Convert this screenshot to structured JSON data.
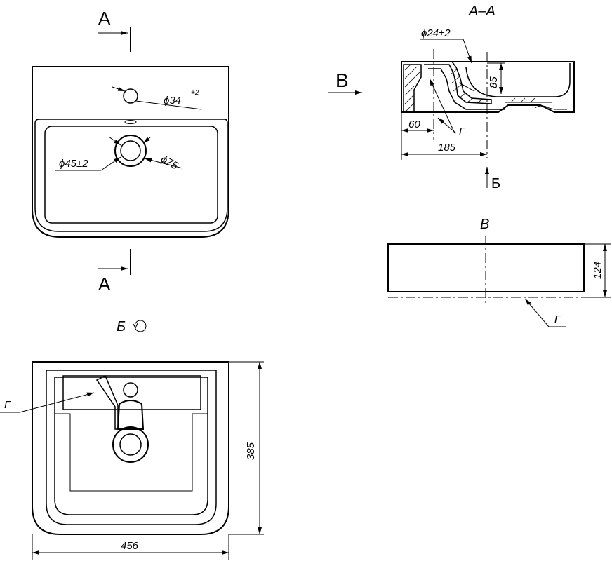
{
  "section_labels": {
    "cut_top": "А",
    "cut_bottom": "А",
    "section_title": "А–А",
    "view_v_arrow": "В",
    "view_v_title": "В",
    "view_b_arrow": "Б",
    "view_b_title": "Б"
  },
  "dimensions": {
    "tap_hole": "ϕ34",
    "tap_hole_tol": "+2",
    "drain_inner": "ϕ45±2",
    "drain_outer": "ϕ75",
    "overflow": "ϕ24±2",
    "depth": "85",
    "offset_60": "60",
    "offset_185": "185",
    "height": "124",
    "width": "456",
    "length": "385"
  },
  "callouts": {
    "g_section": "Г",
    "g_side": "Г",
    "g_bottom": "Г"
  }
}
